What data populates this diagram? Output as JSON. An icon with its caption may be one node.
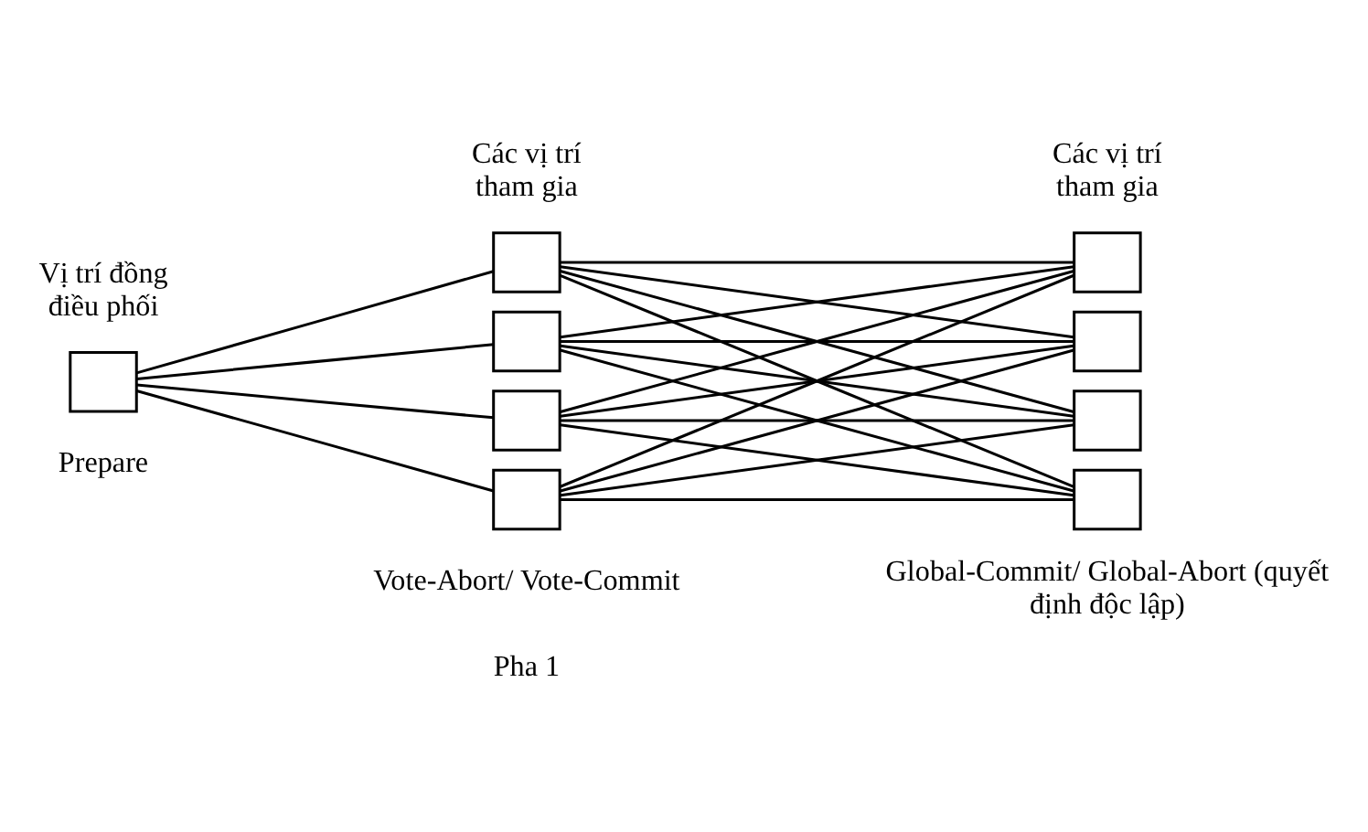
{
  "diagram": {
    "nodes": [
      {
        "text": [],
        "shape": "box"
      },
      {
        "text": [],
        "shape": "box"
      },
      {
        "text": [],
        "shape": "box"
      },
      {
        "text": [],
        "shape": "box"
      },
      {
        "text": [],
        "shape": "box"
      },
      {
        "text": [],
        "shape": "box"
      },
      {
        "text": [],
        "shape": "box"
      },
      {
        "text": [],
        "shape": "box"
      },
      {
        "text": [],
        "shape": "box"
      }
    ],
    "edges": [
      {
        "from": 0,
        "to": 1,
        "arrow": "none"
      },
      {
        "from": 0,
        "to": 2,
        "arrow": "none"
      },
      {
        "from": 0,
        "to": 3,
        "arrow": "none"
      },
      {
        "from": 0,
        "to": 4,
        "arrow": "none"
      },
      {
        "from": 1,
        "to": 5,
        "arrow": "none"
      },
      {
        "from": 1,
        "to": 6,
        "arrow": "none"
      },
      {
        "from": 1,
        "to": 7,
        "arrow": "none"
      },
      {
        "from": 1,
        "to": 8,
        "arrow": "none"
      },
      {
        "from": 2,
        "to": 5,
        "arrow": "none"
      },
      {
        "from": 2,
        "to": 6,
        "arrow": "none"
      },
      {
        "from": 2,
        "to": 7,
        "arrow": "none"
      },
      {
        "from": 2,
        "to": 8,
        "arrow": "none"
      },
      {
        "from": 3,
        "to": 5,
        "arrow": "none"
      },
      {
        "from": 3,
        "to": 6,
        "arrow": "none"
      },
      {
        "from": 3,
        "to": 7,
        "arrow": "none"
      },
      {
        "from": 3,
        "to": 8,
        "arrow": "none"
      },
      {
        "from": 4,
        "to": 5,
        "arrow": "none"
      },
      {
        "from": 4,
        "to": 6,
        "arrow": "none"
      },
      {
        "from": 4,
        "to": 7,
        "arrow": "none"
      },
      {
        "from": 4,
        "to": 8,
        "arrow": "none"
      }
    ],
    "labels": [
      "Vị trí đồng điều phối",
      "Các vị trí tham gia",
      "Các vị trí tham gia",
      "Global-Commit/ Global-Abort (quyết định độc lập)",
      "Vote-Abort/ Vote-Commit",
      "Prepare",
      "Pha 1"
    ]
  }
}
